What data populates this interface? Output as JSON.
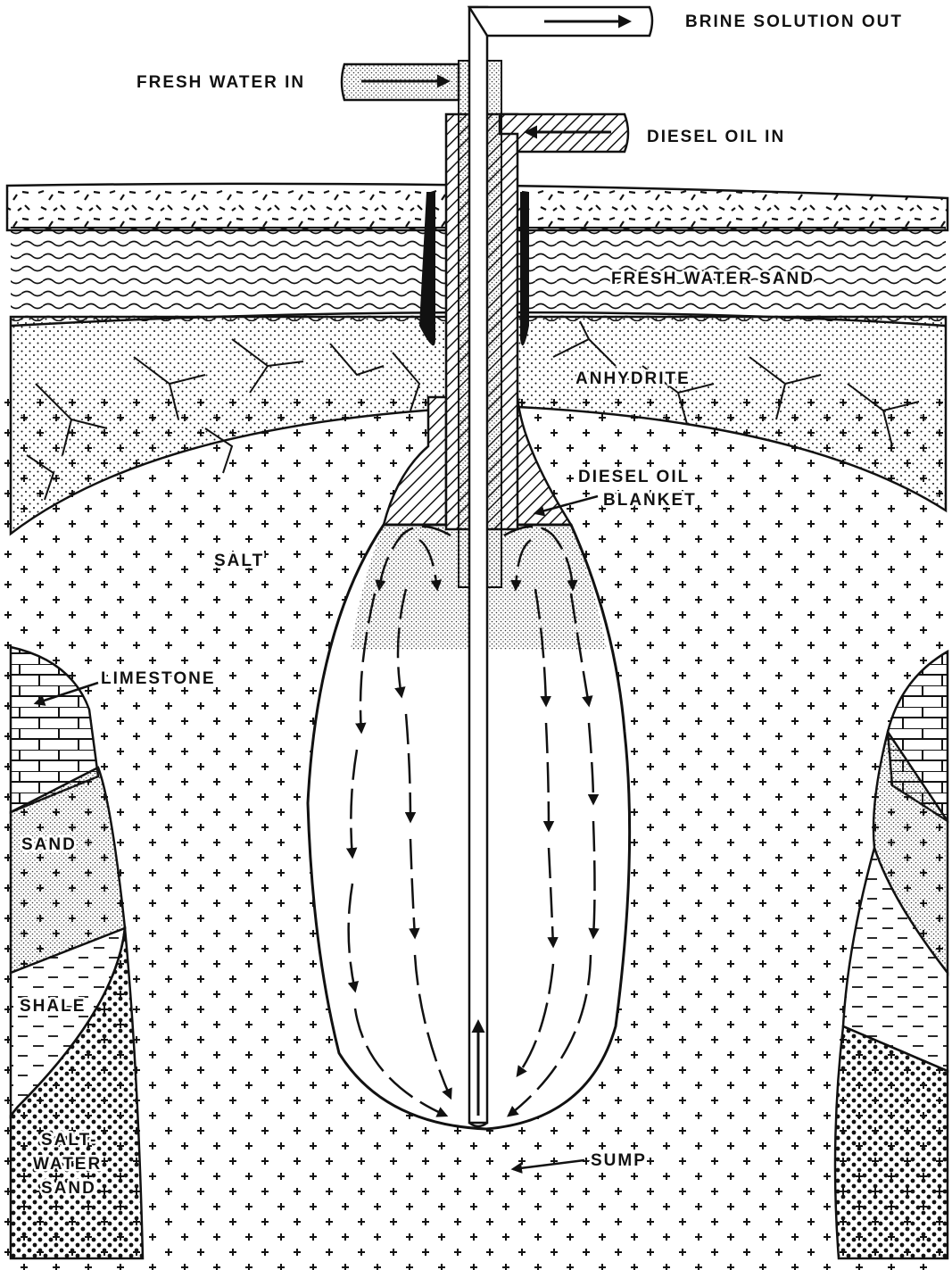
{
  "labels": {
    "brine_out": "BRINE SOLUTION OUT",
    "fresh_water_in": "FRESH WATER IN",
    "diesel_oil_in": "DIESEL OIL IN",
    "fresh_water_sand": "FRESH WATER SAND",
    "anhydrite": "ANHYDRITE",
    "diesel_blanket_line1": "DIESEL OIL",
    "diesel_blanket_line2": "BLANKET",
    "salt": "SALT",
    "limestone": "LIMESTONE",
    "sand": "SAND",
    "shale": "SHALE",
    "saltwater_line1": "SALT-",
    "saltwater_line2": "WATER",
    "saltwater_line3": "SAND",
    "sump": "SUMP"
  },
  "colors": {
    "ink": "#111111",
    "paper": "#ffffff"
  }
}
